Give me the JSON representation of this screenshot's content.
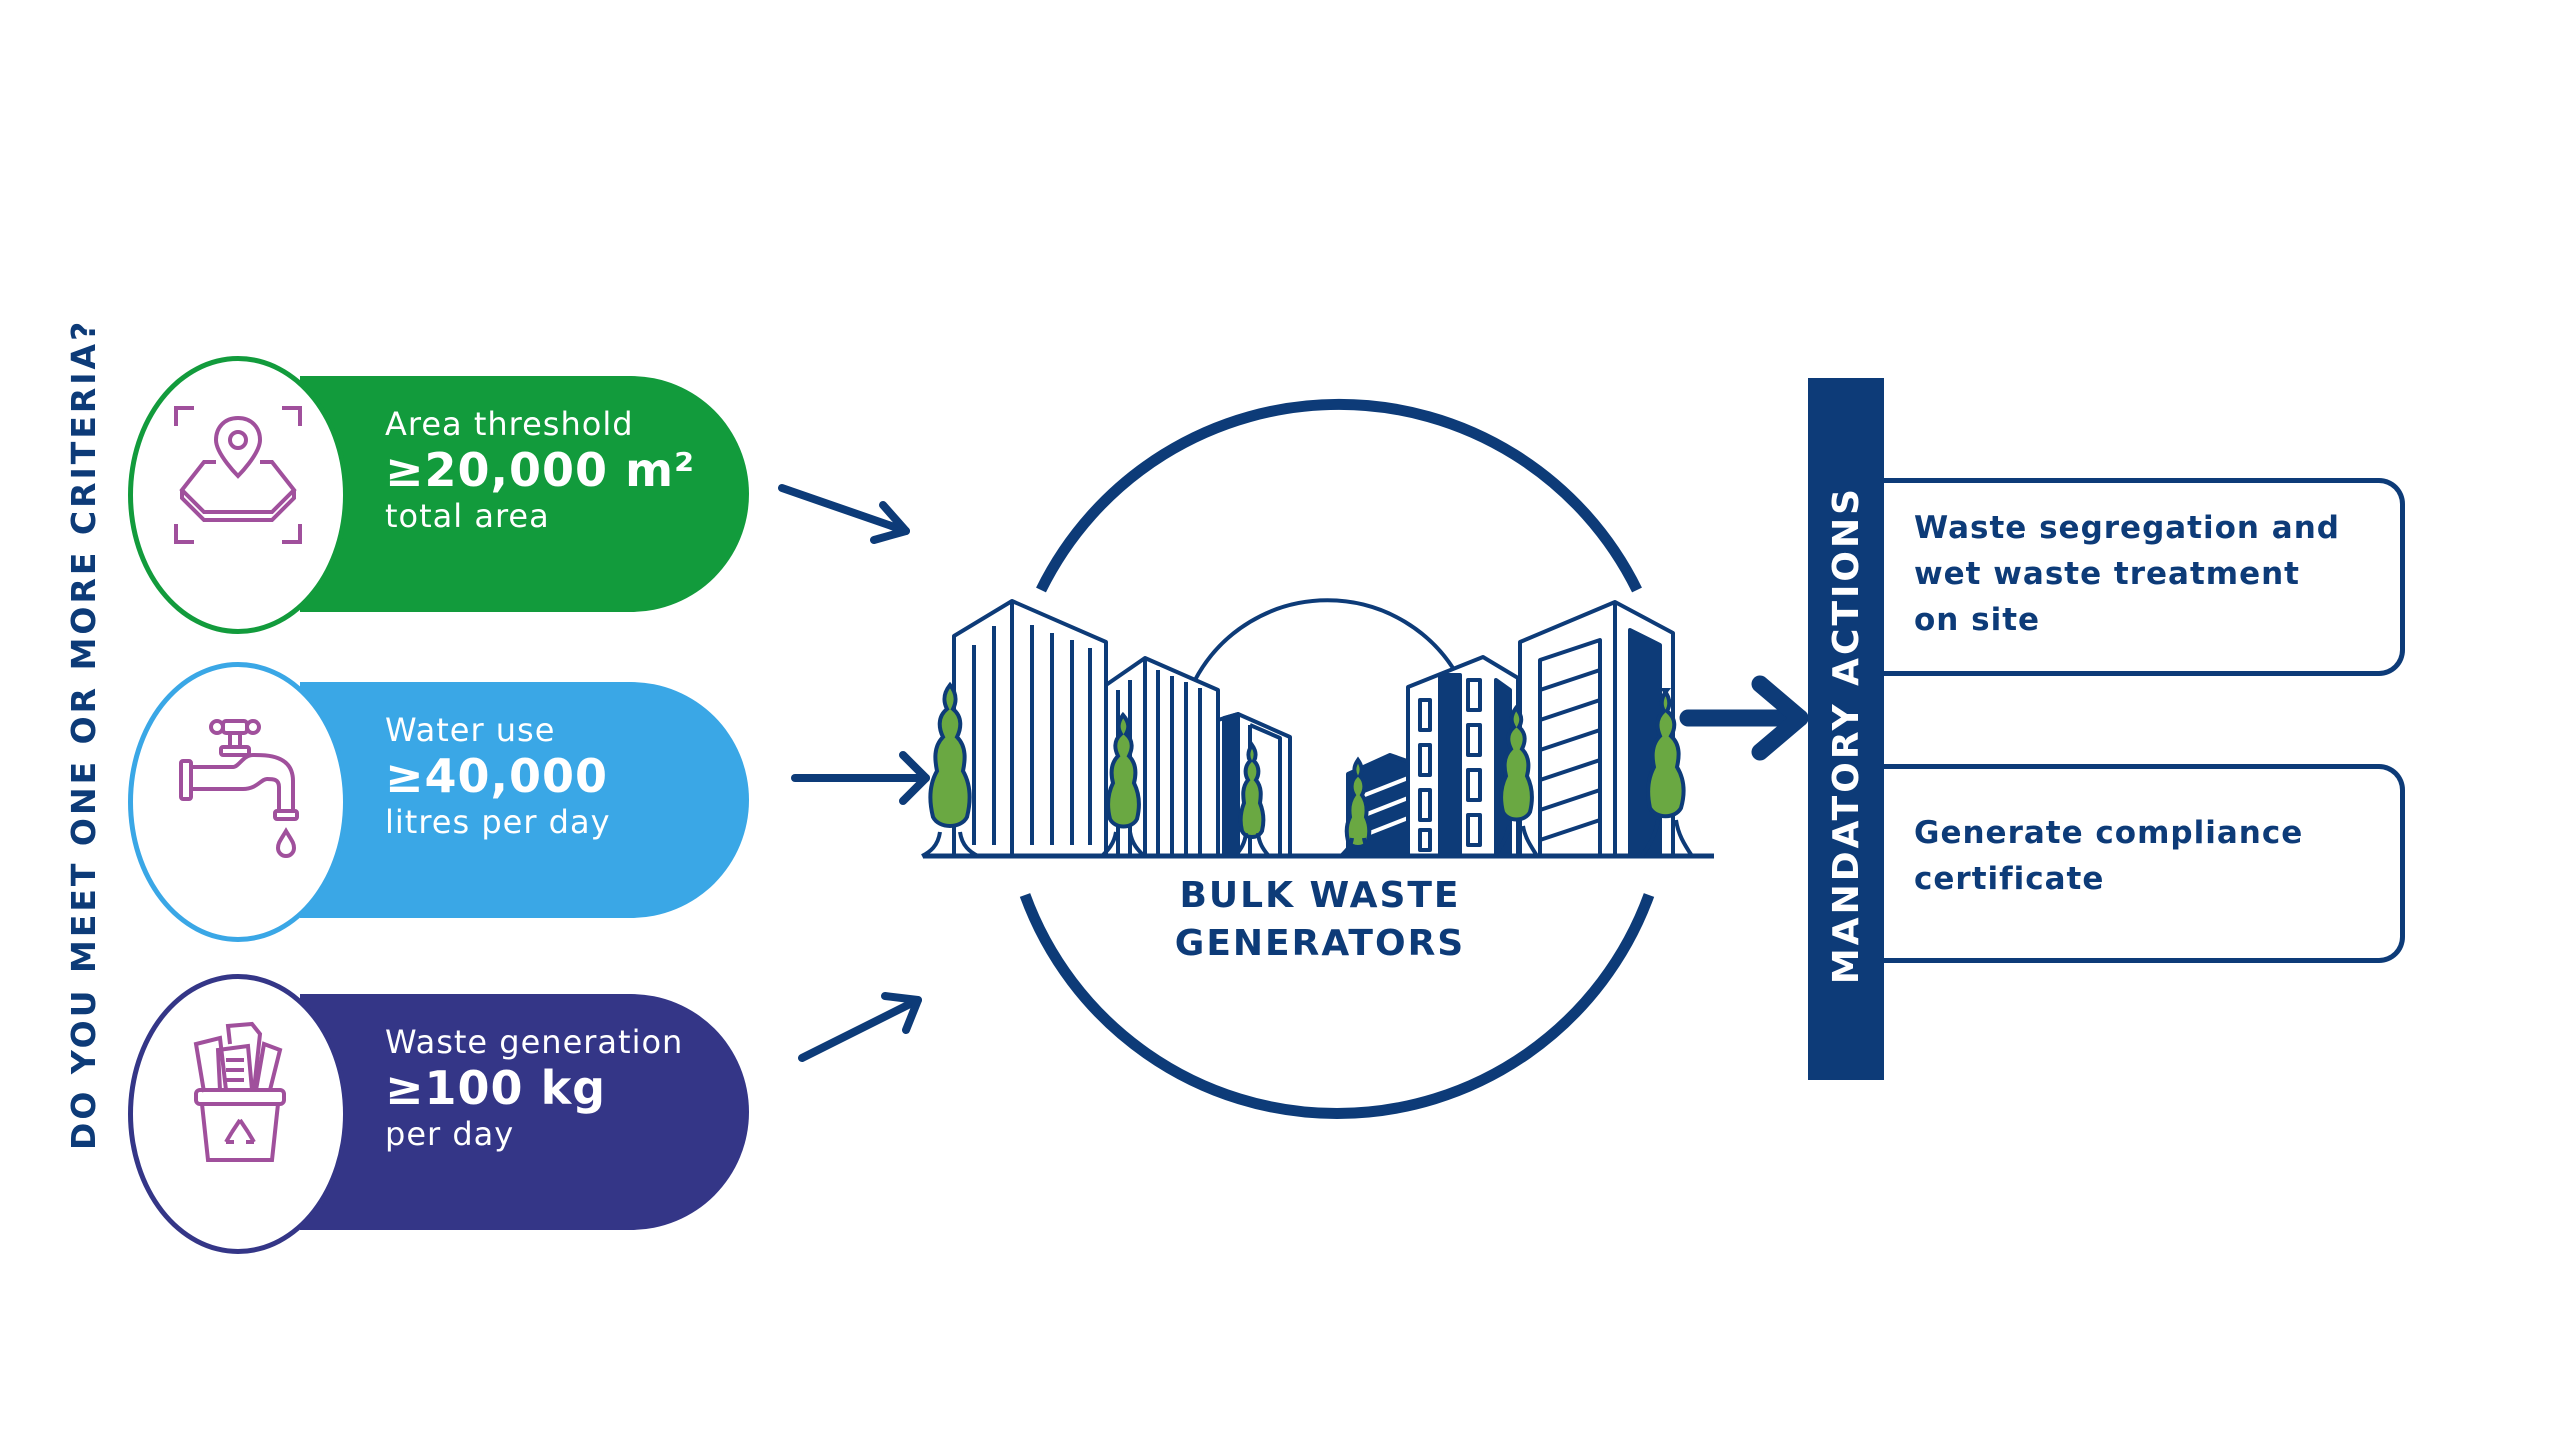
{
  "side_question": "DO YOU MEET ONE OR MORE CRITERIA?",
  "criteria": [
    {
      "label": "Area threshold",
      "value": "≥20,000 m²",
      "unit": "total area",
      "icon": "map-pin-area-icon",
      "color": "#129b3c"
    },
    {
      "label": "Water use",
      "value": "≥40,000",
      "unit": "litres per day",
      "icon": "water-tap-icon",
      "color": "#3aa7e6"
    },
    {
      "label": "Waste generation",
      "value": "≥100 kg",
      "unit": "per day",
      "icon": "waste-bin-recycle-icon",
      "color": "#343687"
    }
  ],
  "center": {
    "title": "BULK WASTE GENERATORS",
    "icon": "city-buildings-icon"
  },
  "actions": {
    "title": "MANDATORY ACTIONS",
    "items": [
      "Waste segregation and wet waste treatment on site",
      "Generate compliance certificate"
    ]
  },
  "colors": {
    "navy": "#0d3b78",
    "green_tree": "#6aa842",
    "icon_purple": "#a0509c"
  }
}
